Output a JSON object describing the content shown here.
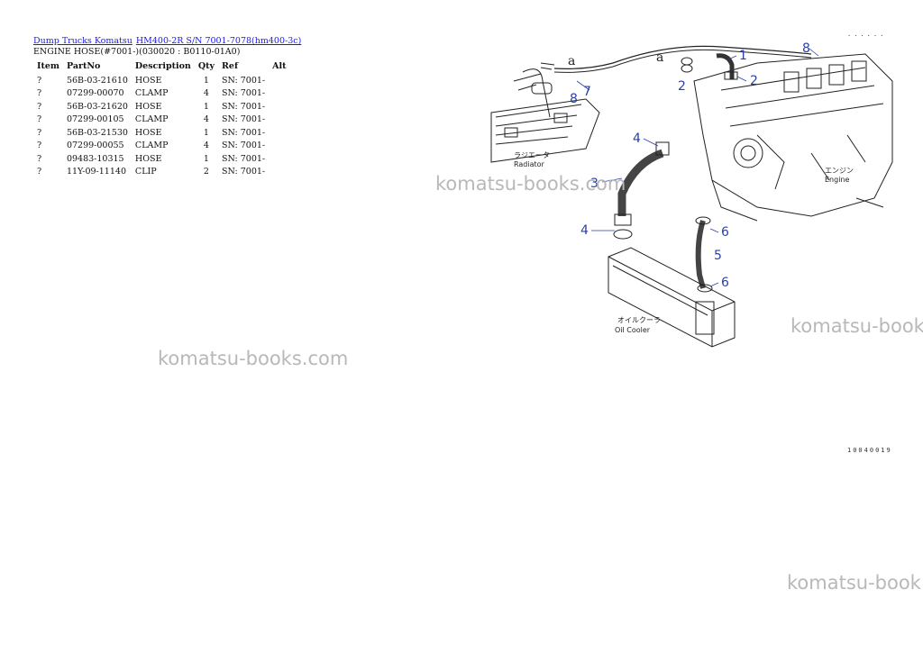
{
  "breadcrumb": {
    "link1": "Dump Trucks Komatsu",
    "link2": "HM400-2R S/N 7001-7078(hm400-3c)"
  },
  "subtitle": "ENGINE HOSE(#7001-)(030020 : B0110-01A0)",
  "table": {
    "headers": [
      "Item",
      "PartNo",
      "Description",
      "Qty",
      "Ref",
      "Alt"
    ],
    "rows": [
      [
        "?",
        "56B-03-21610",
        "HOSE",
        "1",
        "SN: 7001-",
        ""
      ],
      [
        "?",
        "07299-00070",
        "CLAMP",
        "4",
        "SN: 7001-",
        ""
      ],
      [
        "?",
        "56B-03-21620",
        "HOSE",
        "1",
        "SN: 7001-",
        ""
      ],
      [
        "?",
        "07299-00105",
        "CLAMP",
        "4",
        "SN: 7001-",
        ""
      ],
      [
        "?",
        "56B-03-21530",
        "HOSE",
        "1",
        "SN: 7001-",
        ""
      ],
      [
        "?",
        "07299-00055",
        "CLAMP",
        "4",
        "SN: 7001-",
        ""
      ],
      [
        "?",
        "09483-10315",
        "HOSE",
        "1",
        "SN: 7001-",
        ""
      ],
      [
        "?",
        "11Y-09-11140",
        "CLIP",
        "2",
        "SN: 7001-",
        ""
      ]
    ]
  },
  "watermarks": [
    "komatsu-books.com",
    "komatsu-book",
    "komatsu-books.com",
    "komatsu-book"
  ],
  "diagram": {
    "callouts": [
      "1",
      "2",
      "2",
      "3",
      "4",
      "4",
      "5",
      "6",
      "6",
      "7",
      "8",
      "8",
      "a",
      "a"
    ],
    "labels": {
      "radiator_jp": "ラジエータ",
      "radiator": "Radiator",
      "engine_jp": "エンジン",
      "engine": "Engine",
      "oilcooler_jp": "オイルクーラ",
      "oilcooler": "Oil Cooler"
    },
    "figure_code": "10040019",
    "top_mark": "......",
    "accent_color": "#2a3fa8"
  }
}
